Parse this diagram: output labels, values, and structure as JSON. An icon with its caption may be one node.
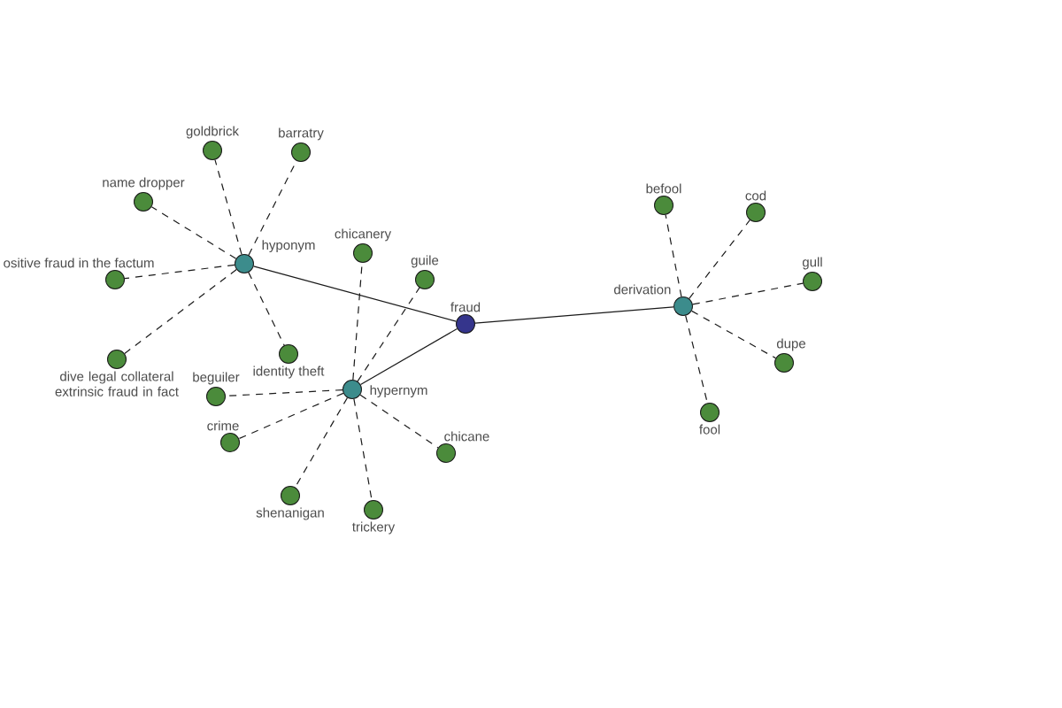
{
  "diagram": {
    "nodes": [
      {
        "text": [
          "goldbrick"
        ]
      },
      {
        "text": [
          "barratry"
        ]
      },
      {
        "text": [
          "name dropper"
        ]
      },
      {
        "text": [
          "befool"
        ]
      },
      {
        "text": [
          "cod"
        ]
      },
      {
        "text": [
          "chicanery"
        ]
      },
      {
        "text": [
          "hyponym"
        ]
      },
      {
        "text": [
          "ositive fraud in the factum"
        ]
      },
      {
        "text": [
          "guile"
        ]
      },
      {
        "text": [
          "gull"
        ]
      },
      {
        "text": [
          "derivation"
        ]
      },
      {
        "text": [
          "fraud"
        ]
      },
      {
        "text": [
          "beguiler"
        ]
      },
      {
        "text": [
          "dive legal collateral extrinsic fraud in fact"
        ]
      },
      {
        "text": [
          "identity theft"
        ]
      },
      {
        "text": [
          "dupe"
        ]
      },
      {
        "text": [
          "hypernym"
        ]
      },
      {
        "text": [
          "fool"
        ]
      },
      {
        "text": [
          "crime"
        ]
      },
      {
        "text": [
          "chicane"
        ]
      },
      {
        "text": [
          "shenanigan"
        ]
      },
      {
        "text": [
          "trickery"
        ]
      }
    ],
    "edges": [
      {
        "from": 11,
        "to": 6,
        "arrow": "none"
      },
      {
        "from": 11,
        "to": 16,
        "arrow": "none"
      },
      {
        "from": 11,
        "to": 10,
        "arrow": "none"
      },
      {
        "from": 6,
        "to": 0,
        "arrow": "none",
        "style": "dashed"
      },
      {
        "from": 6,
        "to": 1,
        "arrow": "none",
        "style": "dashed"
      },
      {
        "from": 6,
        "to": 2,
        "arrow": "none",
        "style": "dashed"
      },
      {
        "from": 6,
        "to": 7,
        "arrow": "none",
        "style": "dashed"
      },
      {
        "from": 6,
        "to": 13,
        "arrow": "none",
        "style": "dashed"
      },
      {
        "from": 6,
        "to": 14,
        "arrow": "none",
        "style": "dashed"
      },
      {
        "from": 16,
        "to": 5,
        "arrow": "none",
        "style": "dashed"
      },
      {
        "from": 16,
        "to": 8,
        "arrow": "none",
        "style": "dashed"
      },
      {
        "from": 16,
        "to": 12,
        "arrow": "none",
        "style": "dashed"
      },
      {
        "from": 16,
        "to": 18,
        "arrow": "none",
        "style": "dashed"
      },
      {
        "from": 16,
        "to": 20,
        "arrow": "none",
        "style": "dashed"
      },
      {
        "from": 16,
        "to": 21,
        "arrow": "none",
        "style": "dashed"
      },
      {
        "from": 16,
        "to": 19,
        "arrow": "none",
        "style": "dashed"
      },
      {
        "from": 10,
        "to": 3,
        "arrow": "none",
        "style": "dashed"
      },
      {
        "from": 10,
        "to": 4,
        "arrow": "none",
        "style": "dashed"
      },
      {
        "from": 10,
        "to": 9,
        "arrow": "none",
        "style": "dashed"
      },
      {
        "from": 10,
        "to": 15,
        "arrow": "none",
        "style": "dashed"
      },
      {
        "from": 10,
        "to": 17,
        "arrow": "none",
        "style": "dashed"
      }
    ]
  }
}
